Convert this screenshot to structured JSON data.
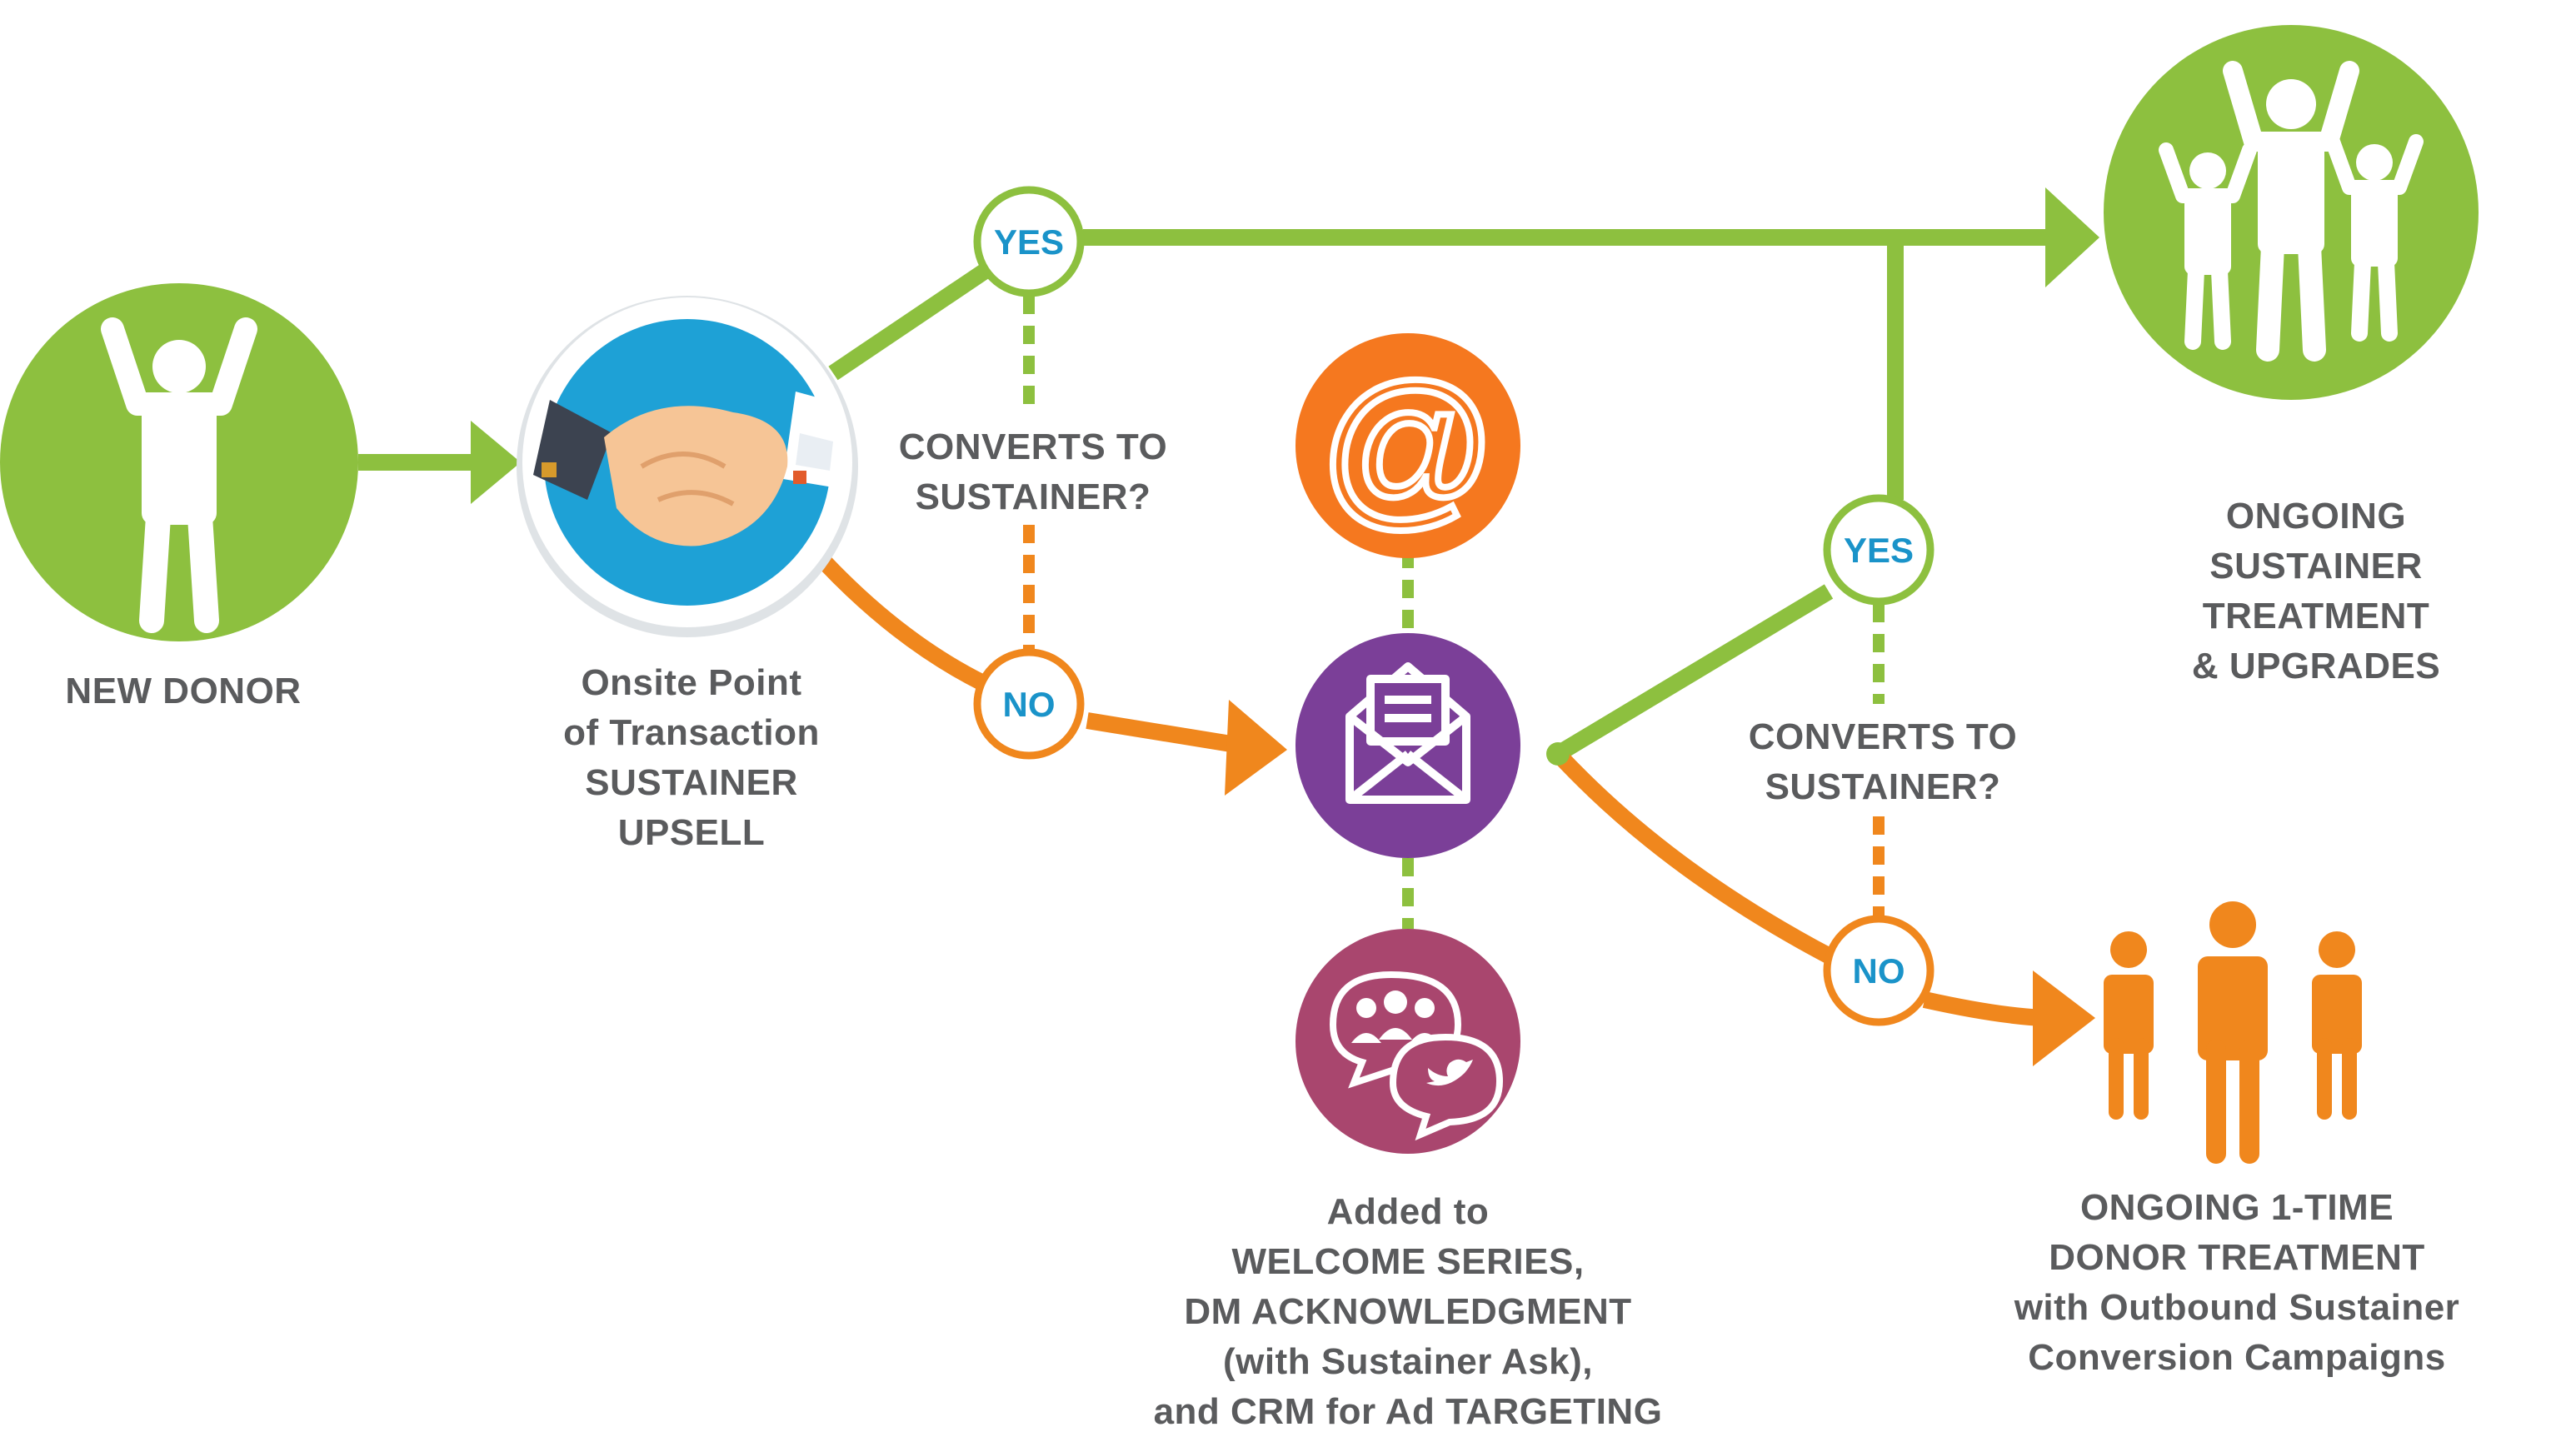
{
  "colors": {
    "green": "#8dc03f",
    "orange": "#f0871d",
    "blue_badge_text": "#1a93c9",
    "label_gray": "#5a5b5d",
    "email_orange": "#f5781f",
    "mail_purple": "#7b3f98",
    "social_magenta": "#a9466e",
    "handshake_blue": "#1ea1d6"
  },
  "icons": {
    "new_donor": "person-arms-raised-icon",
    "handshake": "handshake-icon",
    "email": "at-sign-icon",
    "mail": "envelope-letter-icon",
    "social": "chat-bubbles-group-twitter-icon",
    "sustainers": "celebrating-group-icon",
    "one_time_donors": "standing-group-icon"
  },
  "nodes": {
    "new_donor": "NEW DONOR",
    "upsell": [
      "Onsite Point",
      "of Transaction",
      "SUSTAINER",
      "UPSELL"
    ],
    "question_1": [
      "CONVERTS TO",
      "SUSTAINER?"
    ],
    "question_2": [
      "CONVERTS TO",
      "SUSTAINER?"
    ],
    "sustainer_outcome": [
      "ONGOING",
      "SUSTAINER TREATMENT",
      "& UPGRADES"
    ],
    "welcome": {
      "line1": "Added to",
      "line2": "WELCOME SERIES,",
      "line3": "DM ACKNOWLEDGMENT",
      "line4_open": "(",
      "line4_italic": "with Sustainer Ask",
      "line4_close": "),",
      "line5": "and CRM for Ad TARGETING"
    },
    "one_time_outcome": {
      "line1": "ONGOING 1-TIME",
      "line2": "DONOR TREATMENT",
      "line3": "with Outbound Sustainer",
      "line4": "Conversion Campaigns"
    }
  },
  "badges": {
    "yes_1": "YES",
    "no_1": "NO",
    "yes_2": "YES",
    "no_2": "NO",
    "email_symbol": "@"
  }
}
